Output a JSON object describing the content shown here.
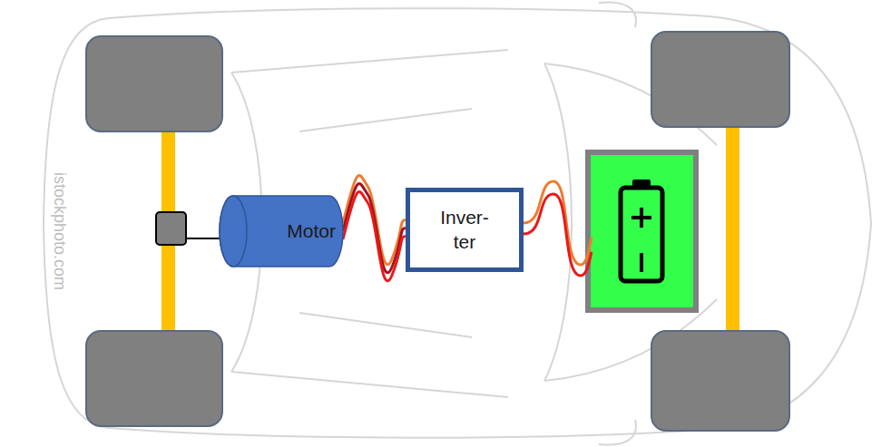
{
  "diagram": {
    "nodes": [
      {
        "text": [
          "Motor"
        ]
      },
      {
        "text": [
          "Inver- ter"
        ]
      }
    ],
    "edges": [
      {
        "from": 0,
        "to": 1,
        "arrow": "none"
      }
    ],
    "labels": [
      "istockphoto.com"
    ]
  }
}
